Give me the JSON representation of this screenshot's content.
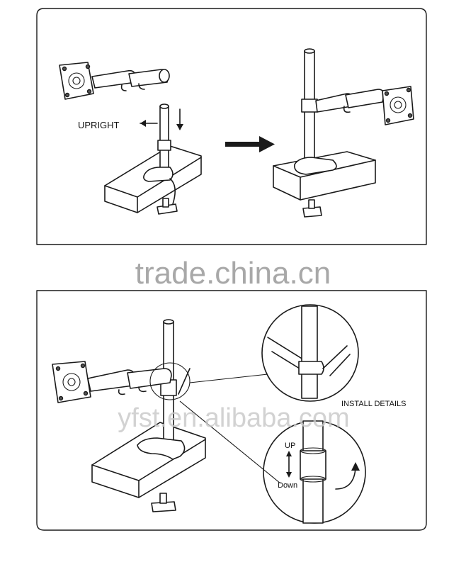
{
  "labels": {
    "upright": "UPRIGHT",
    "install_details": "INSTALL DETAILS",
    "up": "UP",
    "down": "Down"
  },
  "watermarks": {
    "primary": "trade.china.cn",
    "secondary": "yfst.en.alibaba.com"
  },
  "colors": {
    "line": "#1a1a1a",
    "watermark": "#9a9a9a",
    "background": "#ffffff"
  }
}
